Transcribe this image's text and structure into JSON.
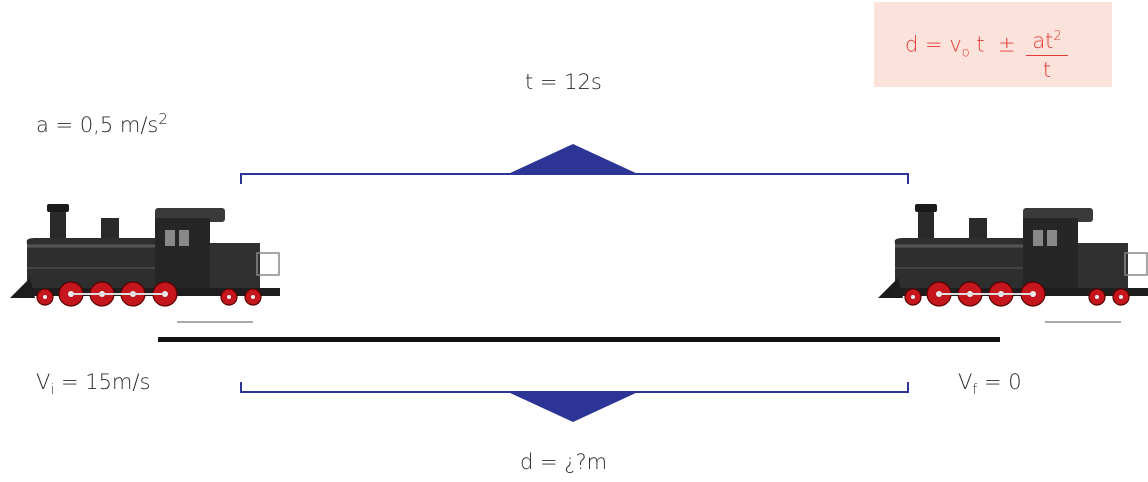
{
  "formula": {
    "d": "d",
    "eq": "=",
    "v": "v",
    "v_sub": "o",
    "t1": "t",
    "pm": "±",
    "num": "at",
    "num_sup": "2",
    "den": "t"
  },
  "labels": {
    "time": "t = 12s",
    "acceleration_main": "a = 0,5 m/s",
    "acceleration_sup": "2",
    "vi_main": "V",
    "vi_sub": "i",
    "vi_rest": " = 15m/s",
    "vf_main": "V",
    "vf_sub": "f",
    "vf_rest": " = 0",
    "distance": "d = ¿?m"
  },
  "colors": {
    "bracket": "#2c3495",
    "formula_text": "#e53935",
    "formula_bg": "#fbe3dc",
    "track": "#111111",
    "wheel": "#c4161c"
  }
}
